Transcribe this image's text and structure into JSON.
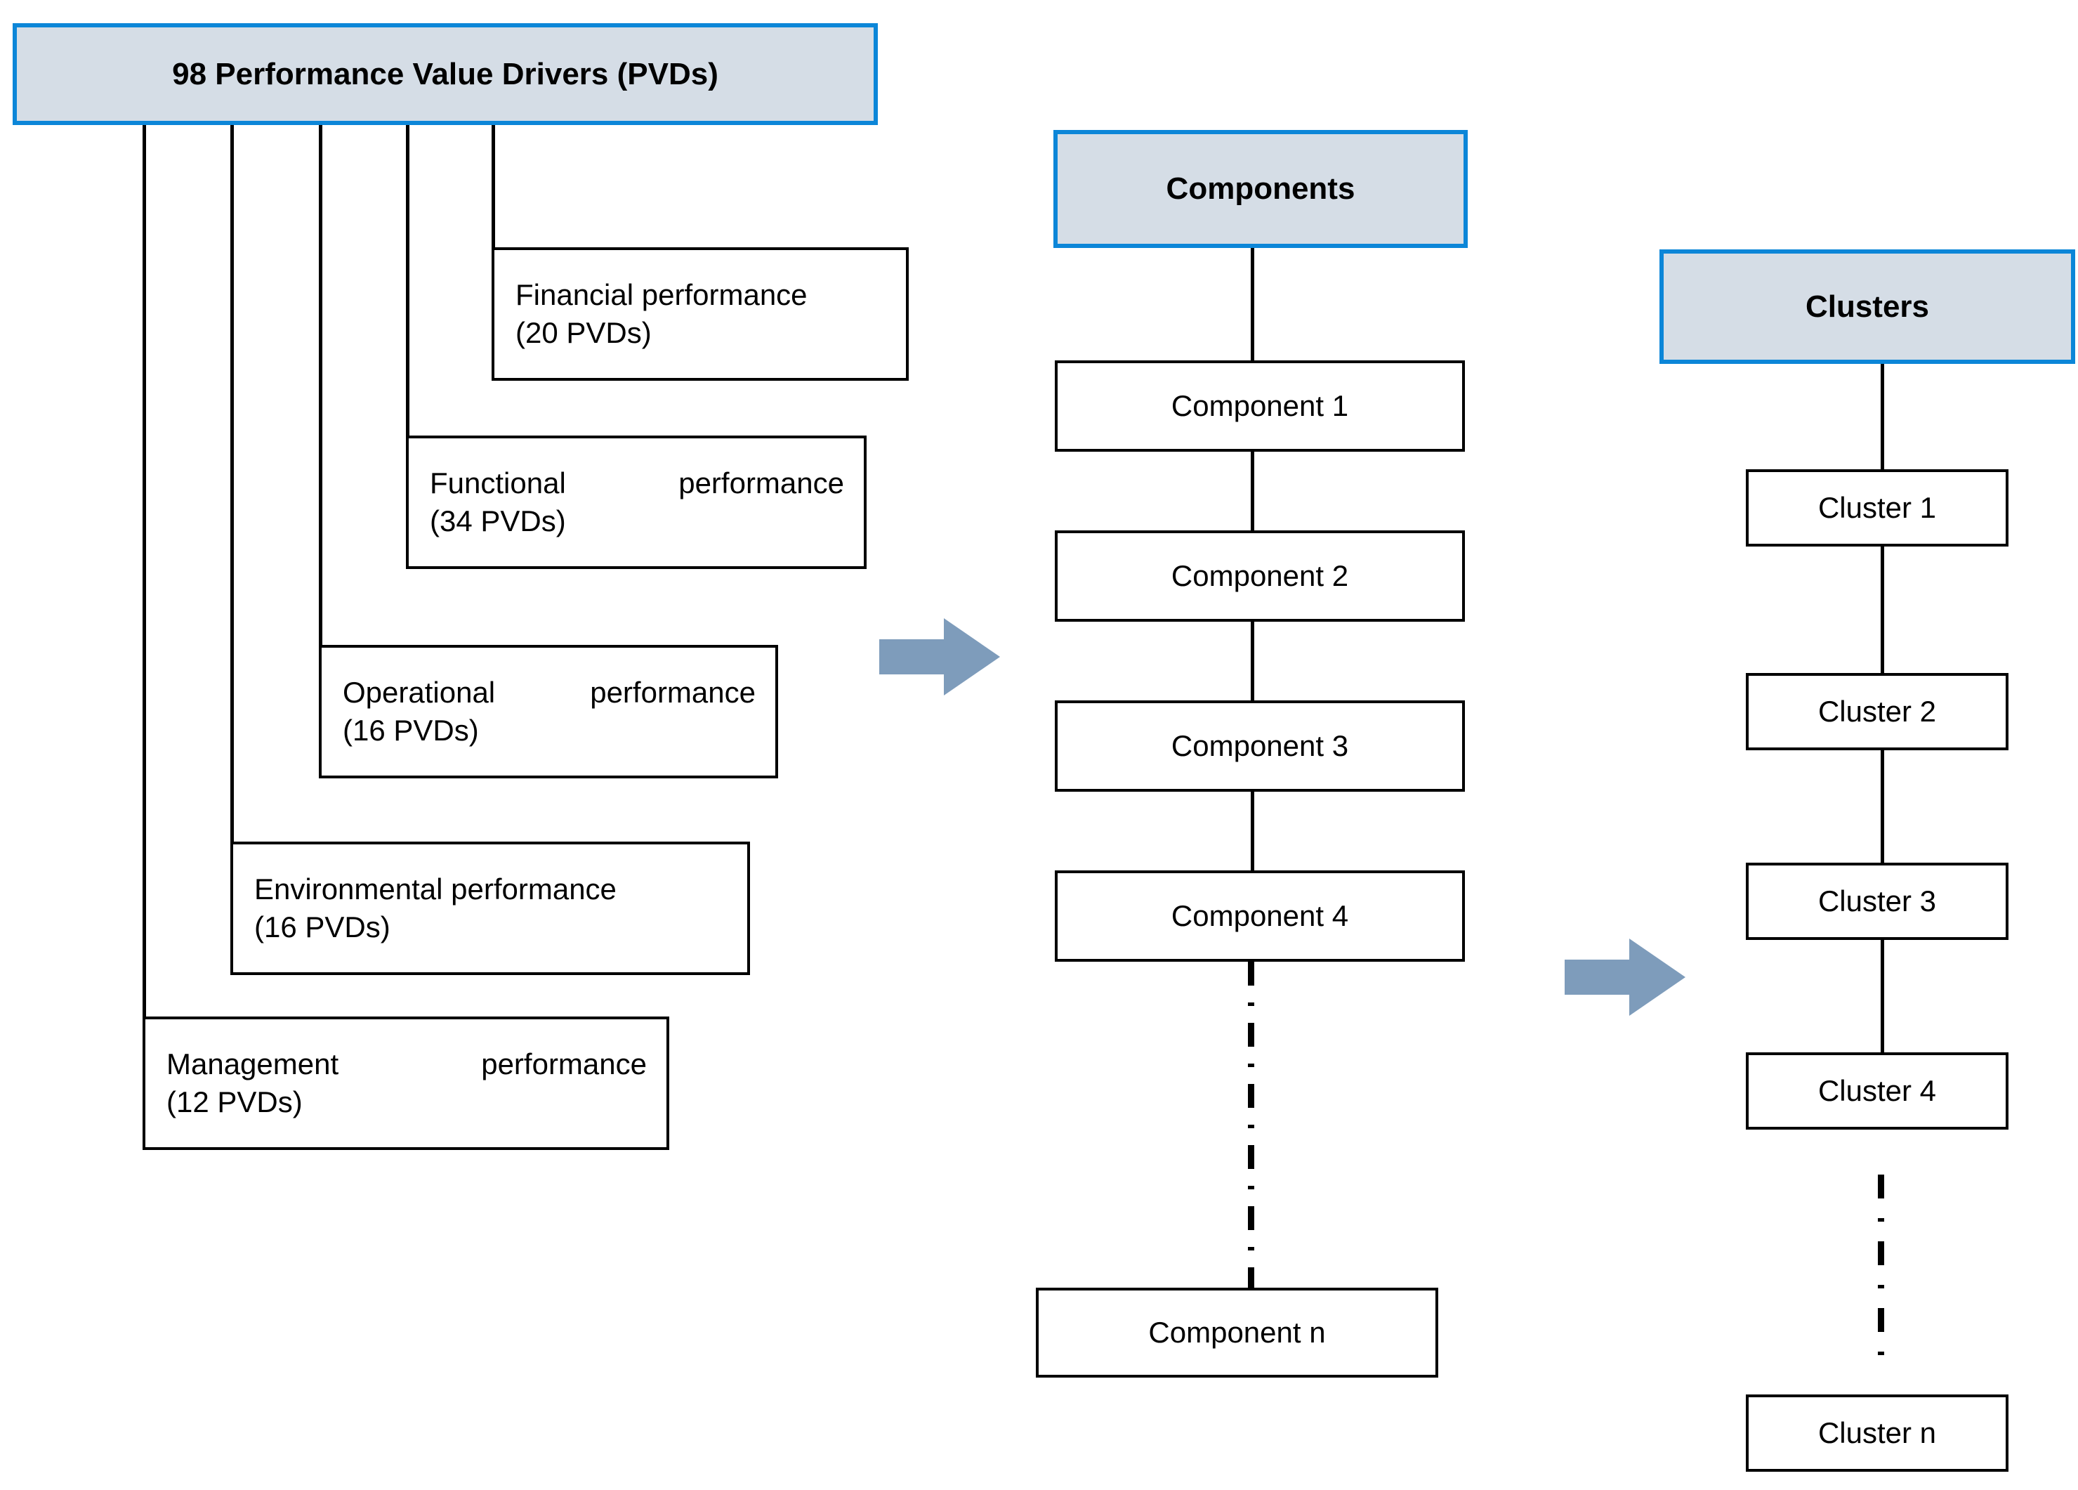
{
  "diagram": {
    "title_hidden": "PVD to Components to Clusters flow",
    "colors": {
      "header_fill": "#d5dde6",
      "header_border": "#0c86d8",
      "box_border": "#000000",
      "arrow_fill": "#7e9cbb",
      "text": "#000000"
    }
  },
  "columns": {
    "pvd": {
      "header": "98 Performance Value Drivers (PVDs)",
      "categories": [
        {
          "name": "Financial performance",
          "name_part_a": "Financial performance",
          "name_part_b": "",
          "count": "(20 PVDs)",
          "justified": false
        },
        {
          "name": "Functional performance",
          "name_part_a": "Functional",
          "name_part_b": "performance",
          "count": "(34 PVDs)",
          "justified": true
        },
        {
          "name": "Operational performance",
          "name_part_a": "Operational",
          "name_part_b": "performance",
          "count": "(16 PVDs)",
          "justified": true
        },
        {
          "name": "Environmental performance",
          "name_part_a": "Environmental performance",
          "name_part_b": "",
          "count": "(16 PVDs)",
          "justified": false
        },
        {
          "name": "Management performance",
          "name_part_a": "Management",
          "name_part_b": "performance",
          "count": "(12 PVDs)",
          "justified": true
        }
      ]
    },
    "components": {
      "header": "Components",
      "items": [
        {
          "label": "Component 1"
        },
        {
          "label": "Component 2"
        },
        {
          "label": "Component 3"
        },
        {
          "label": "Component 4"
        },
        {
          "label": "Component n"
        }
      ],
      "ellipsis_connector": "dash-dot vertical line between Component 4 and Component n"
    },
    "clusters": {
      "header": "Clusters",
      "items": [
        {
          "label": "Cluster 1"
        },
        {
          "label": "Cluster 2"
        },
        {
          "label": "Cluster 3"
        },
        {
          "label": "Cluster 4"
        },
        {
          "label": "Cluster n"
        }
      ],
      "ellipsis_connector": "dash-dot vertical line between Cluster 4 and Cluster n"
    }
  },
  "arrows": [
    {
      "name": "pvd-to-components",
      "direction": "right"
    },
    {
      "name": "components-to-clusters",
      "direction": "right"
    }
  ]
}
